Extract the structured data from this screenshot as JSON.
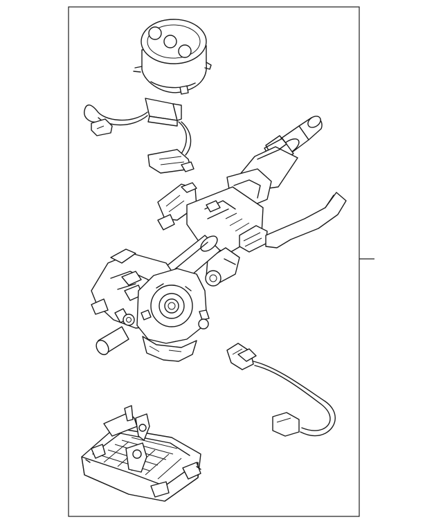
{
  "diagram": {
    "frame_color": "#1a1a1a",
    "background": "#ffffff",
    "parts": [
      {
        "id": "clock-spring",
        "icon": "round-cover-icon"
      },
      {
        "id": "upper-wiring-harness",
        "icon": "connector-harness-icon"
      },
      {
        "id": "steering-column-assembly",
        "icon": "steering-column-icon"
      },
      {
        "id": "lower-wiring-harness",
        "icon": "connector-harness-icon"
      },
      {
        "id": "control-module",
        "icon": "ecu-module-icon"
      }
    ],
    "callouts": [
      {
        "target": "steering-column-assembly",
        "label": ""
      }
    ]
  }
}
